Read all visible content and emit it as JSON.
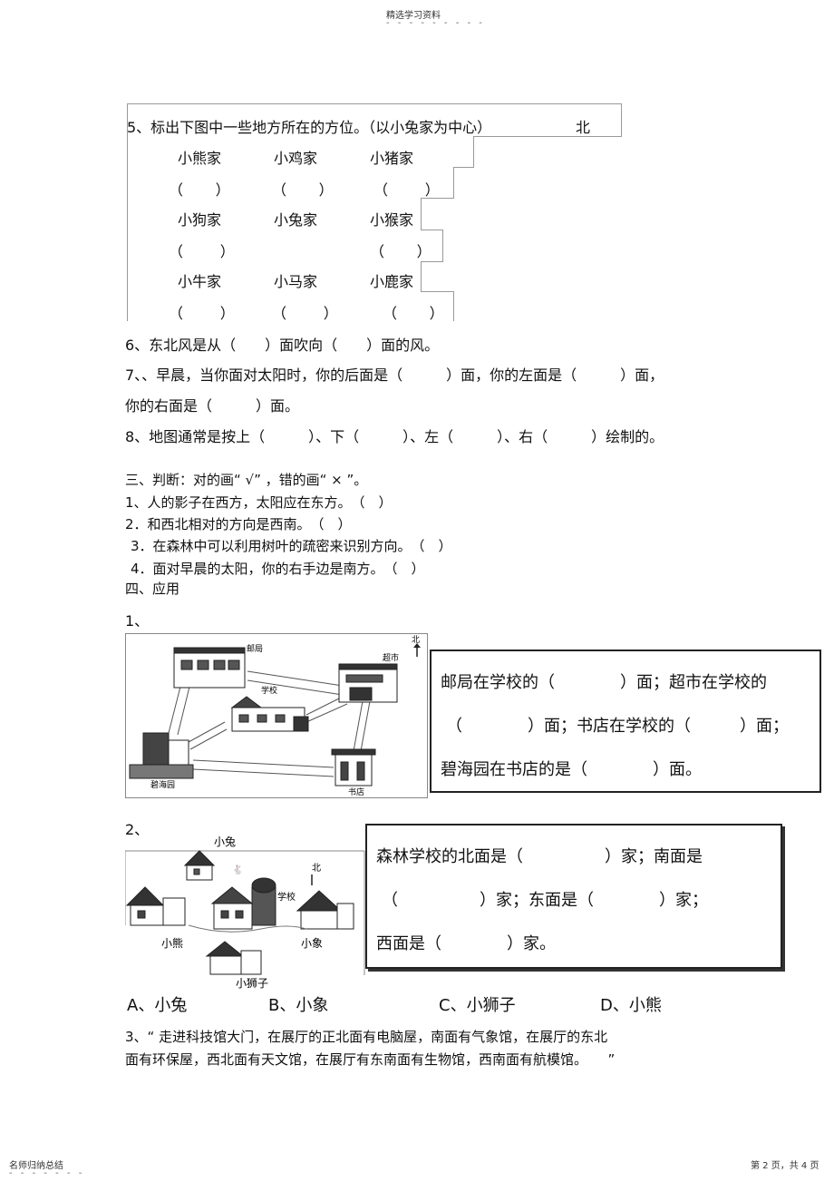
{
  "header": {
    "title": "精选学习资料",
    "dots": "- - - - - - - - -"
  },
  "q5": {
    "title": "5、标出下图中一些地方所在的方位。（以小兔家为中心）",
    "north": "北",
    "r1": [
      "小熊家",
      "小鸡家",
      "小猪家"
    ],
    "r2": [
      "小狗家",
      "小兔家",
      "小猴家"
    ],
    "r3": [
      "小牛家",
      "小马家",
      "小鹿家"
    ]
  },
  "q6": "6、东北风是从（　　）面吹向（　　）面的风。",
  "q7a": "7、、早晨，当你面对太阳时，你的后面是（　　　）面，你的左面是（　　　）面，",
  "q7b": "你的右面是（　　　）面。",
  "q8": "8、地图通常是按上（　　　）、下（　　　）、左（　　　）、右（　　　）绘制的。",
  "section3": {
    "title": "三、判断：对的画“ √” ，错的画“ × ”。",
    "items": [
      "1、人的影子在西方，太阳应在东方。　（　）",
      "2．和西北相对的方向是西南。　（　）",
      "3．在森林中可以利用树叶的疏密来识别方向。　（　）",
      "4．面对早晨的太阳，你的右手边是南方。　（　）"
    ]
  },
  "section4": {
    "title": "四、应用",
    "q1_label": "1、",
    "map1": {
      "post": "邮局",
      "market": "超市",
      "school": "学校",
      "garden": "碧海园",
      "book": "书店",
      "north": "北"
    },
    "q1_box": [
      "邮局在学校的（　　　　）面；超市在学校的",
      "（　　　　）面；书店在学校的（　　　）面；",
      "碧海园在书店的是（　　　　）面。"
    ],
    "q2_label": "2、",
    "map2": {
      "rabbit": "小兔",
      "bear": "小熊",
      "elephant": "小象",
      "lion": "小狮子",
      "school": "学校",
      "north": "北"
    },
    "q2_box": [
      "森林学校的北面是（　　　　　）家；南面是",
      "（　　　　　）家；东面是（　　　　）家；",
      "西面是（　　　　）家。"
    ],
    "options": [
      "A、小兔",
      "B、小象",
      "C、小狮子",
      "D、小熊"
    ],
    "q3a": "3、“ 走进科技馆大门，在展厅的正北面有电脑屋，南面有气象馆，在展厅的东北",
    "q3b": "面有环保屋，西北面有天文馆，在展厅有东南面有生物馆，西南面有航模馆。　　”"
  },
  "footer": {
    "left": "名师归纳总结",
    "dots": "- - - - - - -",
    "right": "第 2 页，共 4 页"
  }
}
